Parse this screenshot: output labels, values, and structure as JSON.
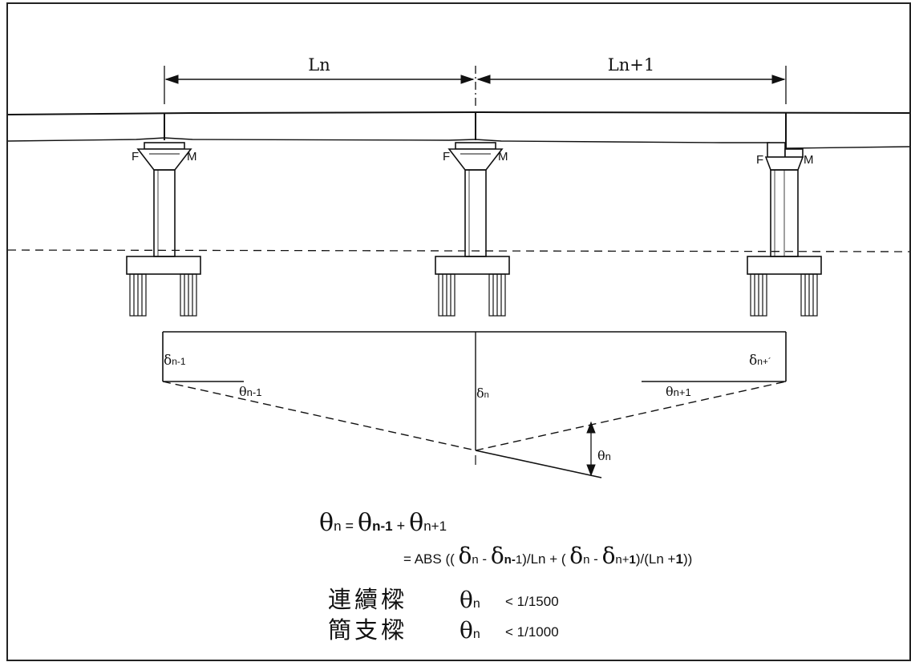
{
  "spans": {
    "left": "Ln",
    "right": "Ln+1"
  },
  "bearings": {
    "pier1": {
      "fixed": "F",
      "movable": "M"
    },
    "pier2": {
      "fixed": "F"
    },
    "pier3": {
      "fixed": "F",
      "movable": "M"
    }
  },
  "settlement": {
    "delta_prev": {
      "sym": "δ",
      "sub": "n-1"
    },
    "delta_next": {
      "sym": "δ",
      "sub": "n+´"
    },
    "delta_n": {
      "sym": "δ",
      "sub": "n"
    },
    "theta_prev": {
      "sym": "θ",
      "sub": "n-1"
    },
    "theta_next": {
      "sym": "θ",
      "sub": "n+1"
    },
    "theta_n": {
      "sym": "θ",
      "sub": "n"
    }
  },
  "formula": {
    "line1": {
      "t1": "θ",
      "s1": "n",
      "eq": " = ",
      "t2": "θ",
      "s2": "n-1",
      "plus": "  + ",
      "t3": "θ",
      "s3": "n+1"
    },
    "line2": {
      "a": "= ABS (( ",
      "d1": "δ",
      "s1": "n",
      "minus1": " - ",
      "d2": "δ",
      "s2": "n-",
      "s2b": "1",
      "b": ")/Ln + ( ",
      "d3": "δ",
      "s3": "n",
      "minus2": " - ",
      "d4": "δ",
      "s4": "n+",
      "s4b": "1",
      "c": ")/(Ln +",
      "c2": "1",
      "d": "))"
    }
  },
  "criteria": [
    {
      "name": "連續樑",
      "sym": "θ",
      "sub": "n",
      "limit": "< 1/1500"
    },
    {
      "name": "簡支樑",
      "sym": "θ",
      "sub": "n",
      "limit": "< 1/1000"
    }
  ],
  "colors": {
    "ink": "#111111",
    "frame": "#222222"
  }
}
